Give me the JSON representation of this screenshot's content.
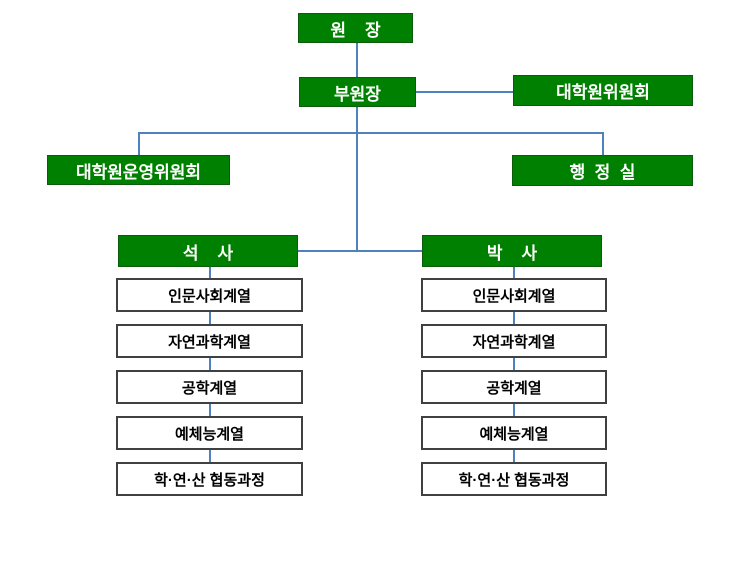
{
  "palette": {
    "green": "#008000",
    "green_border": "#0b5d0b",
    "line_blue": "#4f81bd",
    "box_border": "#404040",
    "text_white": "#ffffff",
    "text_black": "#000000"
  },
  "org": {
    "director": "원    장",
    "vice_director": "부원장",
    "graduate_committee": "대학원위원회",
    "operating_committee": "대학원운영위원회",
    "admin_office": "행  정  실",
    "masters": "석    사",
    "doctoral": "박    사",
    "tracks": [
      "인문사회계열",
      "자연과학계열",
      "공학계열",
      "예체능계열",
      "학·연·산 협동과정"
    ]
  }
}
